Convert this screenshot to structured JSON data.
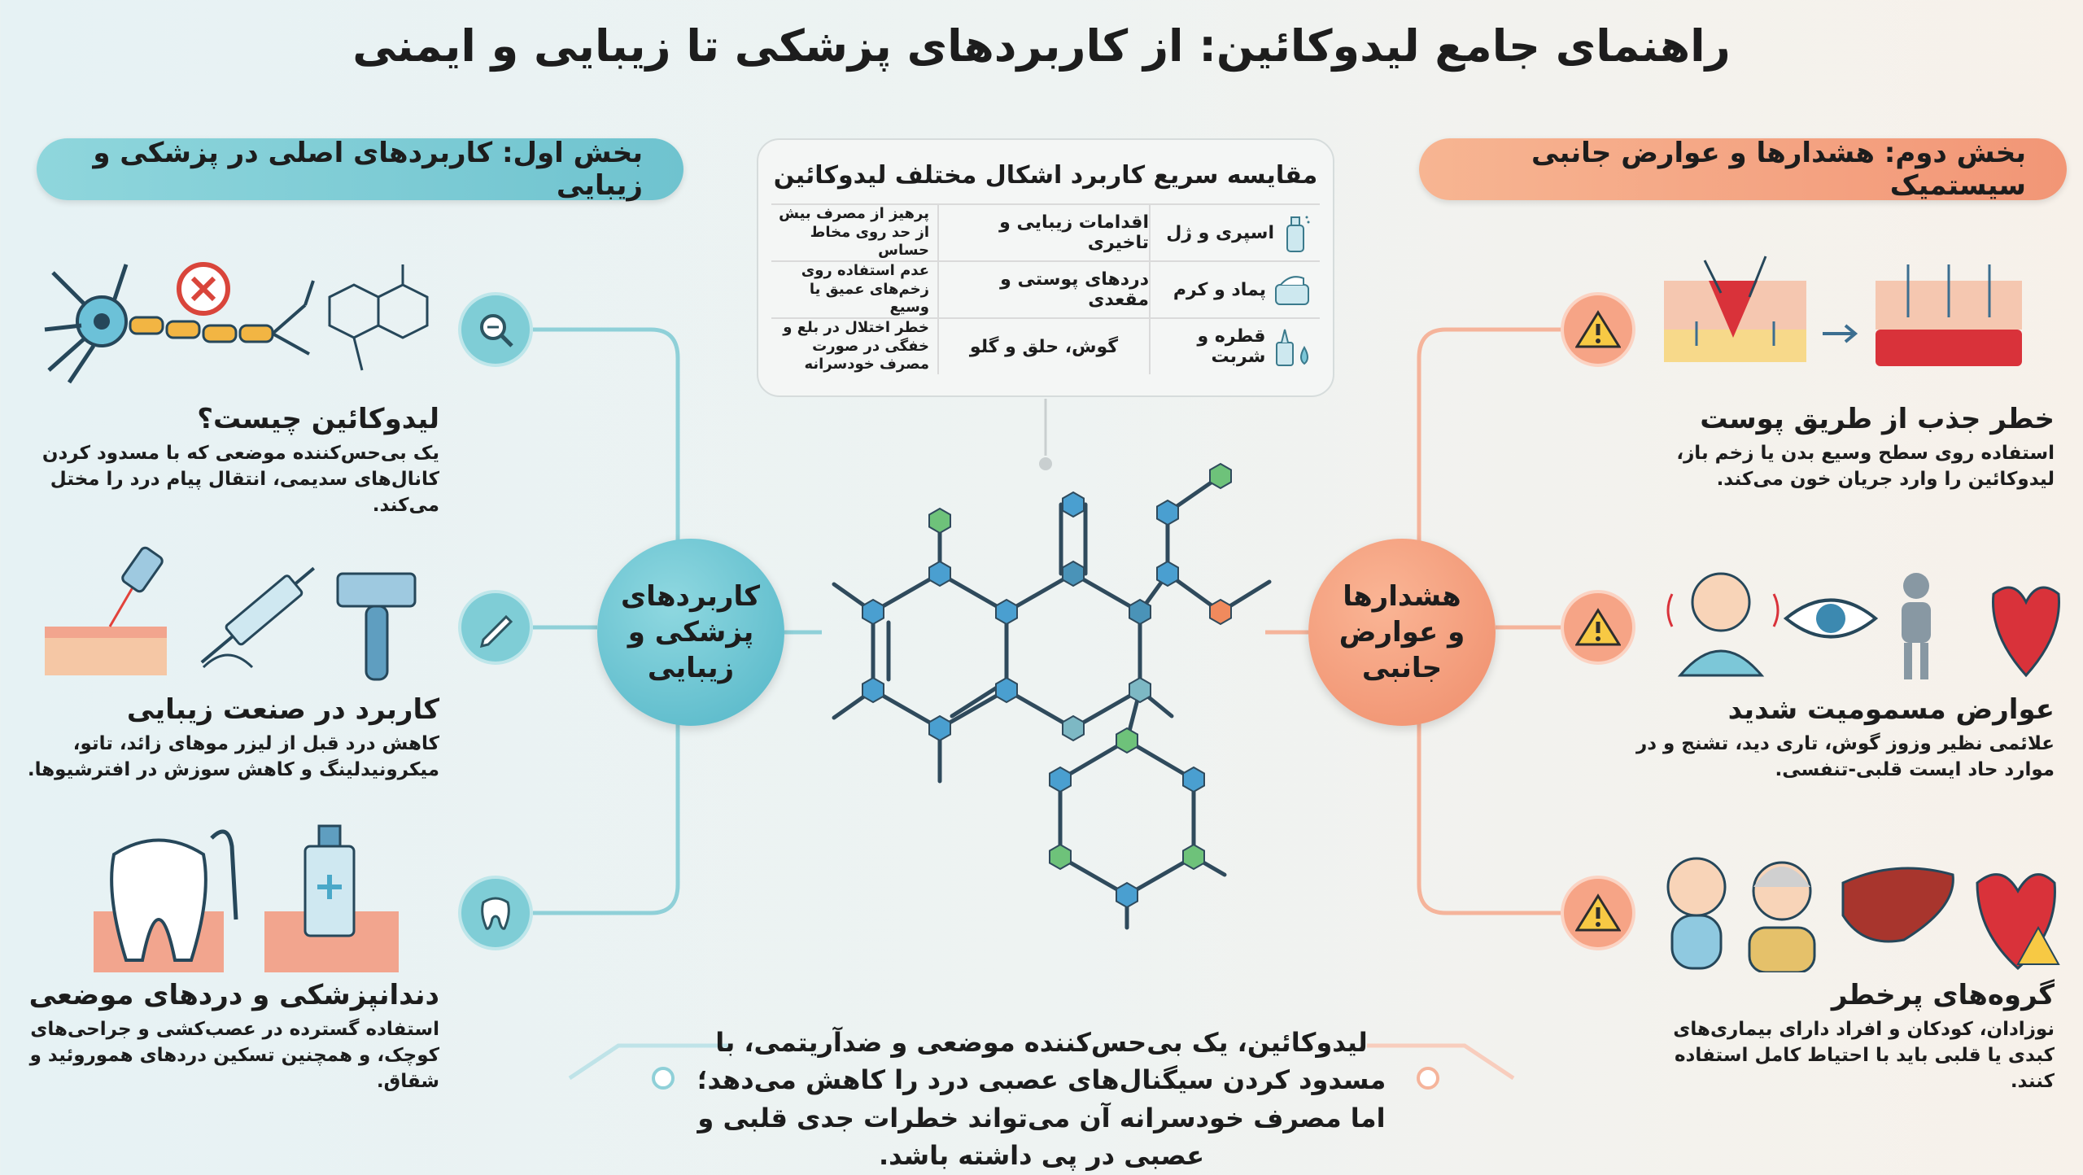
{
  "title": "راهنمای جامع لیدوکائین: از کاربردهای پزشکی تا زیبایی و ایمنی",
  "section_left": {
    "header": "بخش اول: کاربردهای اصلی در پزشکی و زیبایی",
    "hub": "کاربردهای پزشکی و زیبایی",
    "accent": "#6fc3cf",
    "items": [
      {
        "title": "لیدوکائین چیست؟",
        "text": "یک بی‌حس‌کننده موضعی که با مسدود کردن کانال‌های سدیمی، انتقال پیام درد را مختل می‌کند.",
        "icon": "magnifier-icon",
        "illustration": "neuron-molecule"
      },
      {
        "title": "کاربرد در صنعت زیبایی",
        "text": "کاهش درد قبل از لیزر موهای زائد، تاتو، میکرونیدلینگ و کاهش سوزش در افترشیوها.",
        "icon": "pen-icon",
        "illustration": "laser-syringe-razor"
      },
      {
        "title": "دندانپزشکی و دردهای موضعی",
        "text": "استفاده گسترده در عصب‌کشی و جراحی‌های کوچک، و همچنین تسکین دردهای هموروئید و شقاق.",
        "icon": "tooth-icon",
        "illustration": "tooth-ointment"
      }
    ]
  },
  "section_right": {
    "header": "بخش دوم: هشدارها و عوارض جانبی سیستمیک",
    "hub": "هشدارها و عوارض جانبی",
    "accent": "#f29676",
    "items": [
      {
        "title": "خطر جذب از طریق پوست",
        "text": "استفاده روی سطح وسیع بدن یا زخم باز، لیدوکائین را وارد جریان خون می‌کند.",
        "icon": "warning-icon",
        "illustration": "skin-absorption"
      },
      {
        "title": "عوارض مسمومیت شدید",
        "text": "علائمی نظیر وزوز گوش، تاری دید، تشنج و در موارد حاد ایست قلبی-تنفسی.",
        "icon": "warning-icon",
        "illustration": "ear-eye-body-heart"
      },
      {
        "title": "گروه‌های پرخطر",
        "text": "نوزادان، کودکان و افراد دارای بیماری‌های کبدی یا قلبی باید با احتیاط کامل استفاده کنند.",
        "icon": "warning-icon",
        "illustration": "baby-elder-liver-heart"
      }
    ]
  },
  "table": {
    "title": "مقایسه سریع کاربرد اشکال مختلف لیدوکائین",
    "rows": [
      {
        "form": "اسپری و ژل",
        "use": "اقدامات زیبایی و تاخیری",
        "caution": "پرهیز از مصرف بیش از حد روی مخاط حساس",
        "icon": "spray-icon"
      },
      {
        "form": "پماد و کرم",
        "use": "دردهای پوستی و مقعدی",
        "caution": "عدم استفاده روی زخم‌های عمیق یا وسیع",
        "icon": "cream-jar-icon"
      },
      {
        "form": "قطره و شربت",
        "use": "گوش، حلق و گلو",
        "caution": "خطر اختلال در بلع و خفگی در صورت مصرف خودسرانه",
        "icon": "dropper-icon"
      }
    ]
  },
  "bottom_note": "لیدوکائین، یک بی‌حس‌کننده موضعی و ضدآریتمی، با مسدود کردن سیگنال‌های عصبی درد را کاهش می‌دهد؛ اما مصرف خودسرانه آن می‌تواند خطرات جدی قلبی و عصبی در پی داشته باشد."
}
